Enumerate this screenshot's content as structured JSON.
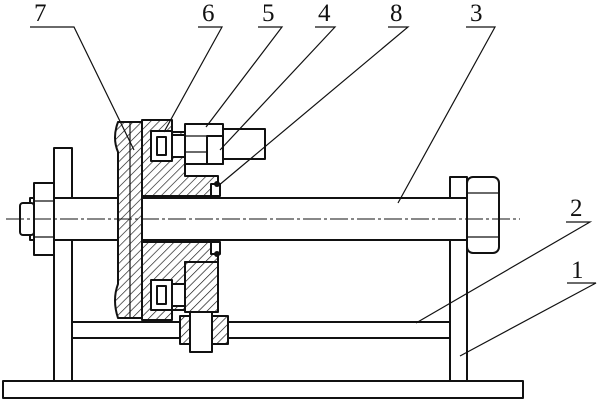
{
  "labels": [
    {
      "id": "7",
      "text": "7"
    },
    {
      "id": "6",
      "text": "6"
    },
    {
      "id": "5",
      "text": "5"
    },
    {
      "id": "4",
      "text": "4"
    },
    {
      "id": "8",
      "text": "8"
    },
    {
      "id": "3",
      "text": "3"
    },
    {
      "id": "2",
      "text": "2"
    },
    {
      "id": "1",
      "text": "1"
    }
  ]
}
